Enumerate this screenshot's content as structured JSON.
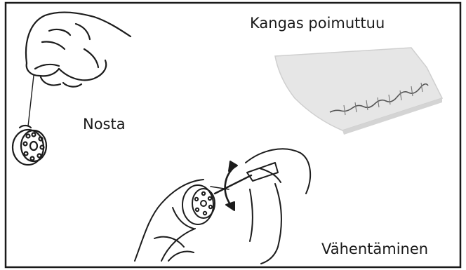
{
  "labels": {
    "top_right": "Kangas poimuttuu",
    "middle_left": "Nosta",
    "bottom_right": "Vähentäminen"
  },
  "colors": {
    "frame": "#1a1a1a",
    "ink": "#1c1c1c",
    "fabric": "#e6e6e6",
    "fabric_edge": "#cfcfcf",
    "stitch": "#555555",
    "background": "#ffffff"
  }
}
